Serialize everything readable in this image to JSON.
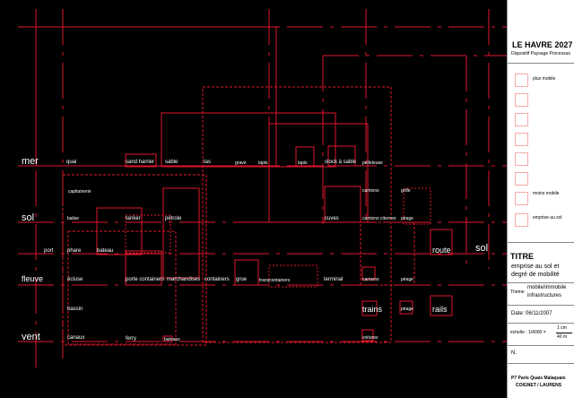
{
  "rows": {
    "mer": [
      "mer",
      "quai",
      "sand harrier",
      "sable",
      "tas",
      "grave",
      "tapis",
      "tapis",
      "stock à sable",
      "pelleteuse"
    ],
    "capitainerie": [
      "capitainerie",
      "camions",
      "grille"
    ],
    "sol": [
      "sol",
      "balise",
      "tanker",
      "pétrole",
      "cuves",
      "camions citernes",
      "péage"
    ],
    "port": [
      "port",
      "phare",
      "bateau",
      "route",
      "sol"
    ],
    "fleuve": [
      "fleuve",
      "écluse",
      "porte containers",
      "marchandises",
      "containers",
      "grue",
      "transcontainers",
      "terminal",
      "camions",
      "péage"
    ],
    "bassin": [
      "bassin",
      "trains",
      "péage",
      "rails"
    ],
    "vent": [
      "vent",
      "canaux",
      "ferry",
      "bateaux",
      "voitures"
    ]
  },
  "cartouche": {
    "title": "LE HAVRE 2027",
    "subtitle": "Dispositif Paysage Processus",
    "legend_top": "plus mobile",
    "legend_mid": "moins mobile",
    "legend_bottom": "emprise au sol",
    "titre_label": "TITRE",
    "titre_line1": "emprise au sol et",
    "titre_line2": "degré de mobilité",
    "theme_label": "Thème",
    "theme_line1": "mobile/immobile",
    "theme_line2": "infrastructures",
    "date": "Date:   06/11/2007",
    "scale_label": "échelle : 1/4000 =",
    "scale_num": "1 cm",
    "scale_den": "40 m",
    "north": "N.",
    "school": "P7 Paris Quais Malaquais",
    "authors": "COIGNET / LAURENS"
  },
  "colors": {
    "line": "#e0162b",
    "dim": "#c23a3a",
    "text": "#ffffff",
    "swatch": "#f5aaaa"
  }
}
